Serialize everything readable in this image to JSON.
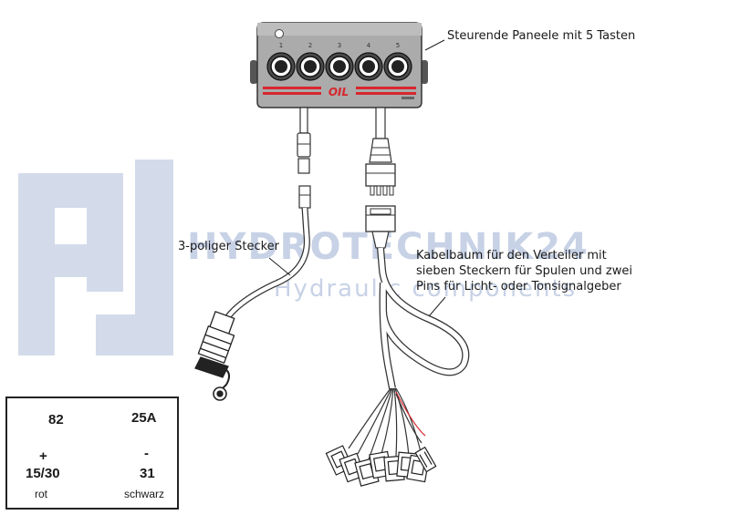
{
  "watermark": {
    "brand": "HYDROTECHNIK24",
    "tagline": "Hydraulic components"
  },
  "labels": {
    "panel": "Steurende Paneele mit 5 Tasten",
    "connector": "3-poliger Stecker",
    "harness_line1": "Kabelbaum für den Verteiler mit",
    "harness_line2": "sieben Steckern für Spulen und zwei",
    "harness_line3": "Pins für Licht- oder Tonsignalgeber"
  },
  "panel": {
    "button_numbers": [
      "1",
      "2",
      "3",
      "4",
      "5"
    ],
    "brand_text": "OIL"
  },
  "pinout": {
    "pin_82": "82",
    "rating": "25A",
    "plus": "+",
    "minus": "-",
    "pin_15_30": "15/30",
    "pin_31": "31",
    "color_red": "rot",
    "color_black": "schwarz"
  },
  "colors": {
    "accent_red": "#d7262e",
    "panel_grey": "#a6a6a6",
    "watermark": "#c8d2e6"
  }
}
